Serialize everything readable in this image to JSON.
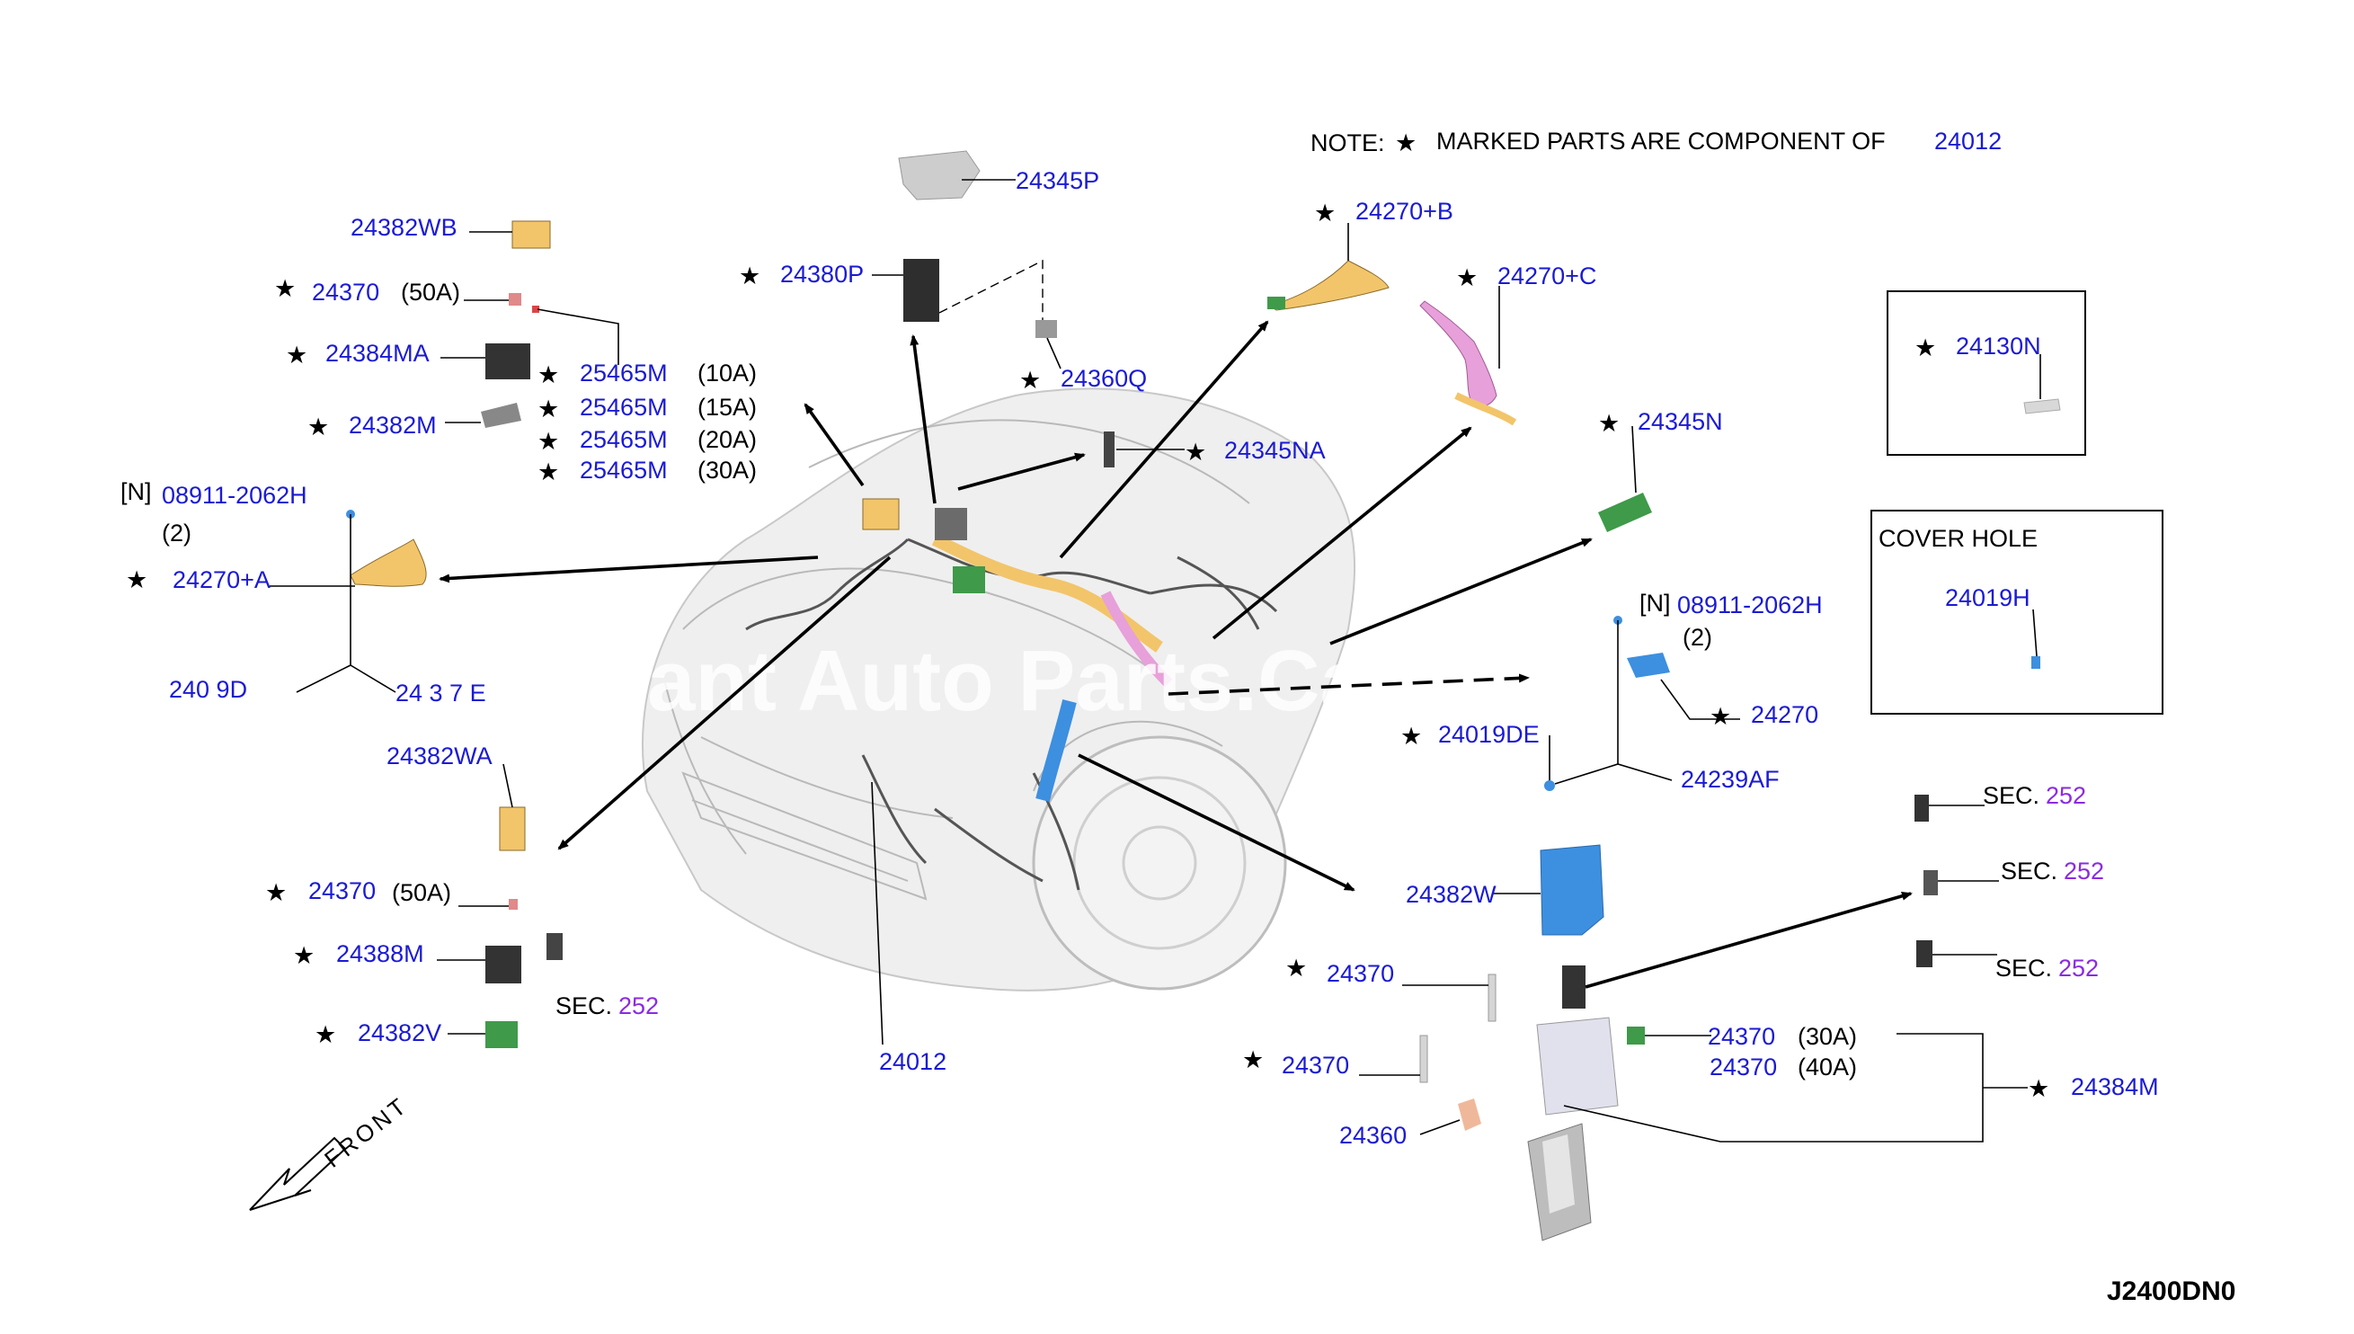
{
  "note": {
    "prefix": "NOTE:",
    "text": "MARKED PARTS ARE COMPONENT OF",
    "ref": "24012"
  },
  "diagram_code": "J2400DN0",
  "front_label": "FRONT",
  "watermark": "...ant Auto Parts.Ca",
  "cover_hole": {
    "title": "COVER HOLE",
    "part": "24019H"
  },
  "inset_part": "24130N",
  "parts": {
    "p24345P": "24345P",
    "p24380P": "24380P",
    "p24360Q": "24360Q",
    "p24345NA": "24345NA",
    "p24382WB": "24382WB",
    "p24370_50a_top": "24370",
    "amp_50a_top": "(50A)",
    "p24384MA": "24384MA",
    "p24382M": "24382M",
    "p25465M_1": "25465M",
    "p25465M_2": "25465M",
    "p25465M_3": "25465M",
    "p25465M_4": "25465M",
    "amp_10a": "(10A)",
    "amp_15a": "(15A)",
    "amp_20a": "(20A)",
    "amp_30a_fuse": "(30A)",
    "n_left": "[N]",
    "p08911_left": "08911-2062H",
    "qty_left": "(2)",
    "p24270A": "24270+A",
    "p240_left_bottom": "240 9D",
    "p24_left_bottom2": "24 3 7 E",
    "p24270B": "24270+B",
    "p24270C": "24270+C",
    "p24345N": "24345N",
    "n_right": "[N]",
    "p08911_right": "08911-2062H",
    "qty_right": "(2)",
    "p24270": "24270",
    "p24019DE": "24019DE",
    "p24239AF": "24239AF",
    "p24382WA": "24382WA",
    "p24370_50a_bottom": "24370",
    "amp_50a_bottom": "(50A)",
    "p24388M": "24388M",
    "sec_left_prefix": "SEC.",
    "sec_left_num": "252",
    "p24382V": "24382V",
    "p24012": "24012",
    "p24382W": "24382W",
    "p24370_mid1": "24370",
    "p24370_mid2": "24370",
    "p24360": "24360",
    "p24370_30a": "24370",
    "amp_30a": "(30A)",
    "p24370_40a": "24370",
    "amp_40a": "(40A)",
    "p24384M": "24384M",
    "sec_r1_prefix": "SEC.",
    "sec_r1_num": "252",
    "sec_r2_prefix": "SEC.",
    "sec_r2_num": "252",
    "sec_r3_prefix": "SEC.",
    "sec_r3_num": "252"
  },
  "colors": {
    "part_number": "#1a1ad6",
    "section_ref": "#8a2be2",
    "harness_yellow": "#f2c56b",
    "harness_pink": "#e7a0d9",
    "harness_blue": "#3d8fe0",
    "relay_green": "#3f9a4a"
  }
}
